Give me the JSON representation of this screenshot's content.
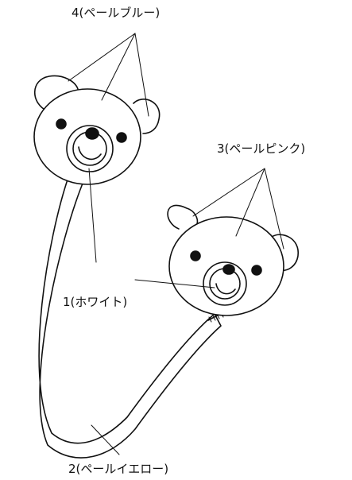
{
  "labels": {
    "part_4": "4(ペールブルー)",
    "part_3": "3(ペールピンク)",
    "part_1": "1(ホワイト)",
    "part_2": "2(ペールイエロー)"
  }
}
